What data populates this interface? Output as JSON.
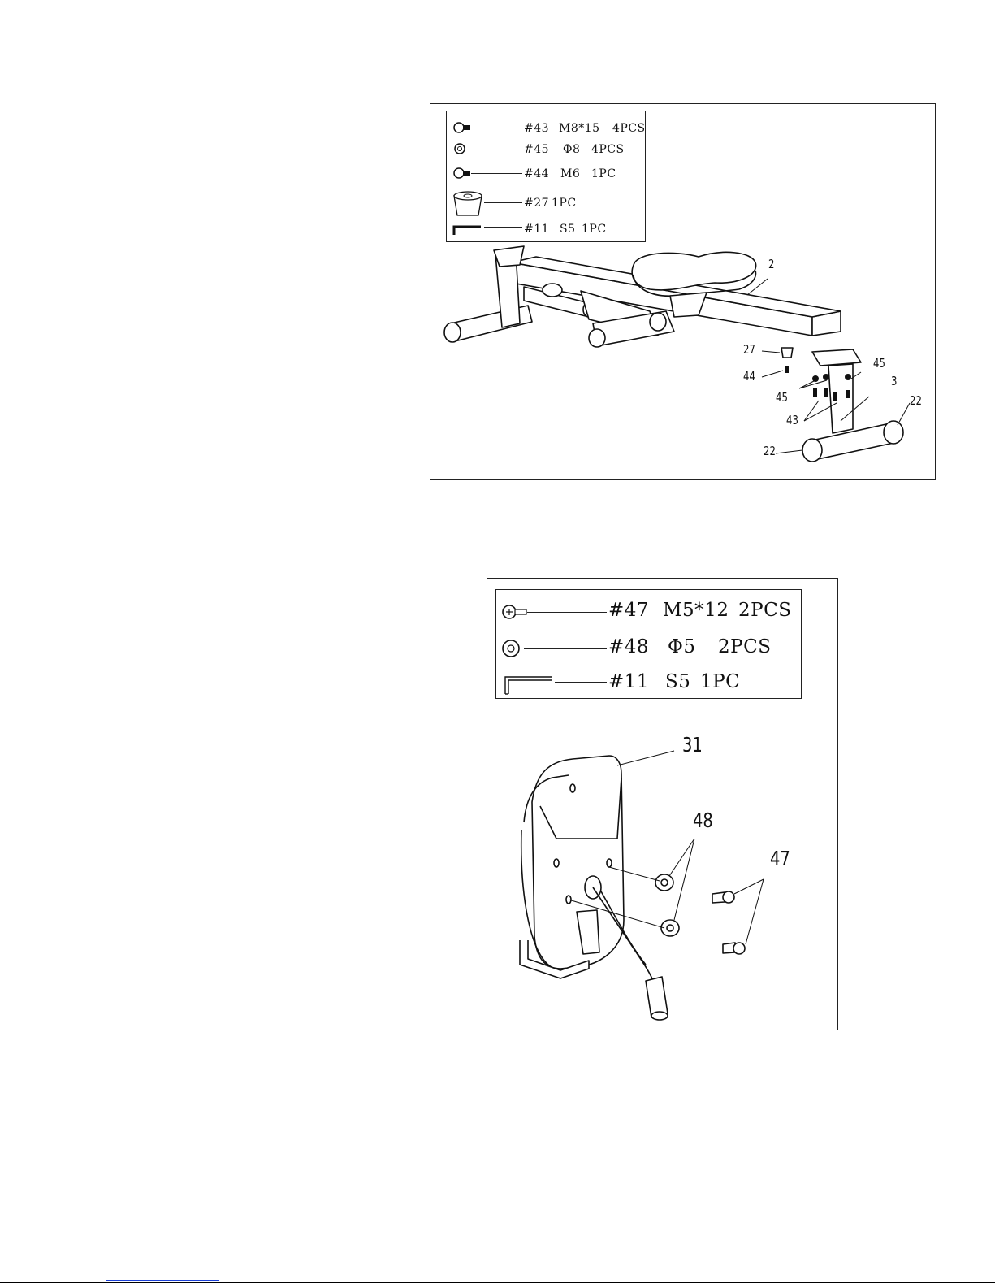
{
  "step1": {
    "parts": [
      {
        "icon": "screw-icon",
        "number": "#43",
        "spec": "M8*15",
        "qty": "4PCS"
      },
      {
        "icon": "washer-icon",
        "number": "#45",
        "spec": "Φ8",
        "qty": "4PCS"
      },
      {
        "icon": "screw-icon",
        "number": "#44",
        "spec": "M6",
        "qty": "1PC"
      },
      {
        "icon": "rubber-stopper-icon",
        "number": "#27",
        "spec": "",
        "qty": "1PC"
      },
      {
        "icon": "allen-key-icon",
        "number": "#11",
        "spec": "S5",
        "qty": "1PC"
      }
    ],
    "callouts": {
      "frame": "2",
      "stopper": "27",
      "bolt_m6": "44",
      "washer_right": "45",
      "washer_left": "45",
      "stabilizer": "3",
      "bolts_m8": "43",
      "end_cap_right": "22",
      "end_cap_left": "22"
    }
  },
  "step2": {
    "parts": [
      {
        "icon": "screw-icon",
        "number": "#47",
        "spec": "M5*12",
        "qty": "2PCS"
      },
      {
        "icon": "washer-icon",
        "number": "#48",
        "spec": "Φ5",
        "qty": "2PCS"
      },
      {
        "icon": "allen-key-icon",
        "number": "#11",
        "spec": "S5",
        "qty": "1PC"
      }
    ],
    "callouts": {
      "monitor": "31",
      "washers": "48",
      "screws": "47"
    }
  }
}
